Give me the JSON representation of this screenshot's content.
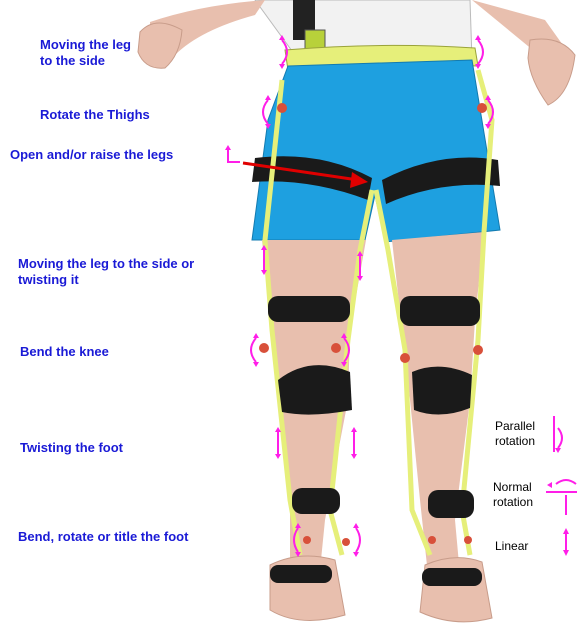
{
  "labels": {
    "move_side_1": "Moving the leg",
    "move_side_2": "to the side",
    "rotate_thighs": "Rotate the Thighs",
    "open_raise": "Open and/or raise the legs",
    "move_twist_1": "Moving the leg to the side or",
    "move_twist_2": "twisting it",
    "bend_knee": "Bend the knee",
    "twist_foot": "Twisting the foot",
    "bend_rotate_tilt": "Bend, rotate or title the foot"
  },
  "legend": {
    "parallel_1": "Parallel",
    "parallel_2": "rotation",
    "normal_1": "Normal",
    "normal_2": "rotation",
    "linear": "Linear"
  },
  "colors": {
    "label_text": "#1a1ad6",
    "arrow_magenta": "#ff1ee8",
    "pointer_red": "#e00000",
    "shorts_blue": "#1ea0e0",
    "frame_yellow": "#e6ef7a",
    "strap_black": "#1a1a1a",
    "skin": "#e8bfae",
    "joint_red": "#d8503a"
  }
}
